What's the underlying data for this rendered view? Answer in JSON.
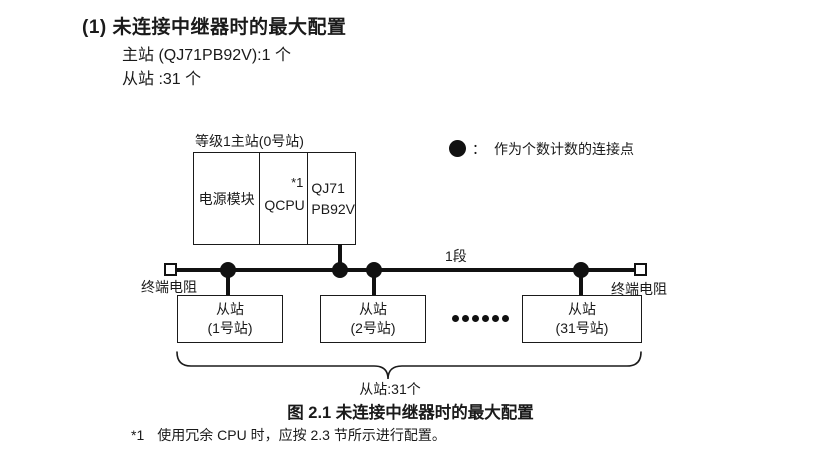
{
  "header": {
    "heading": "(1) 未连接中继器时的最大配置",
    "master_count": "主站 (QJ71PB92V):1 个",
    "slave_count": "从站 :31 个"
  },
  "diagram": {
    "master_station": {
      "label": "等级1主站(0号站)",
      "power_module": "电源模块",
      "cpu": "QCPU",
      "cpu_note": "*1",
      "pb_module_line1": "QJ71",
      "pb_module_line2": "PB92V"
    },
    "legend": {
      "separator": "：",
      "text": "作为个数计数的连接点"
    },
    "segment_label": "1段",
    "left_terminator": "终端电阻",
    "right_terminator": "终端电阻",
    "slaves": [
      {
        "line1": "从站",
        "line2": "(1号站)"
      },
      {
        "line1": "从站",
        "line2": "(2号站)"
      },
      {
        "line1": "从站",
        "line2": "(31号站)"
      }
    ],
    "slave_total": "从站:31个"
  },
  "caption": "图 2.1 未连接中继器时的最大配置",
  "footnote": {
    "marker": "*1",
    "text": "使用冗余 CPU 时，应按 2.3 节所示进行配置。"
  },
  "colors": {
    "ink": "#1a1a1a",
    "background": "#ffffff"
  }
}
